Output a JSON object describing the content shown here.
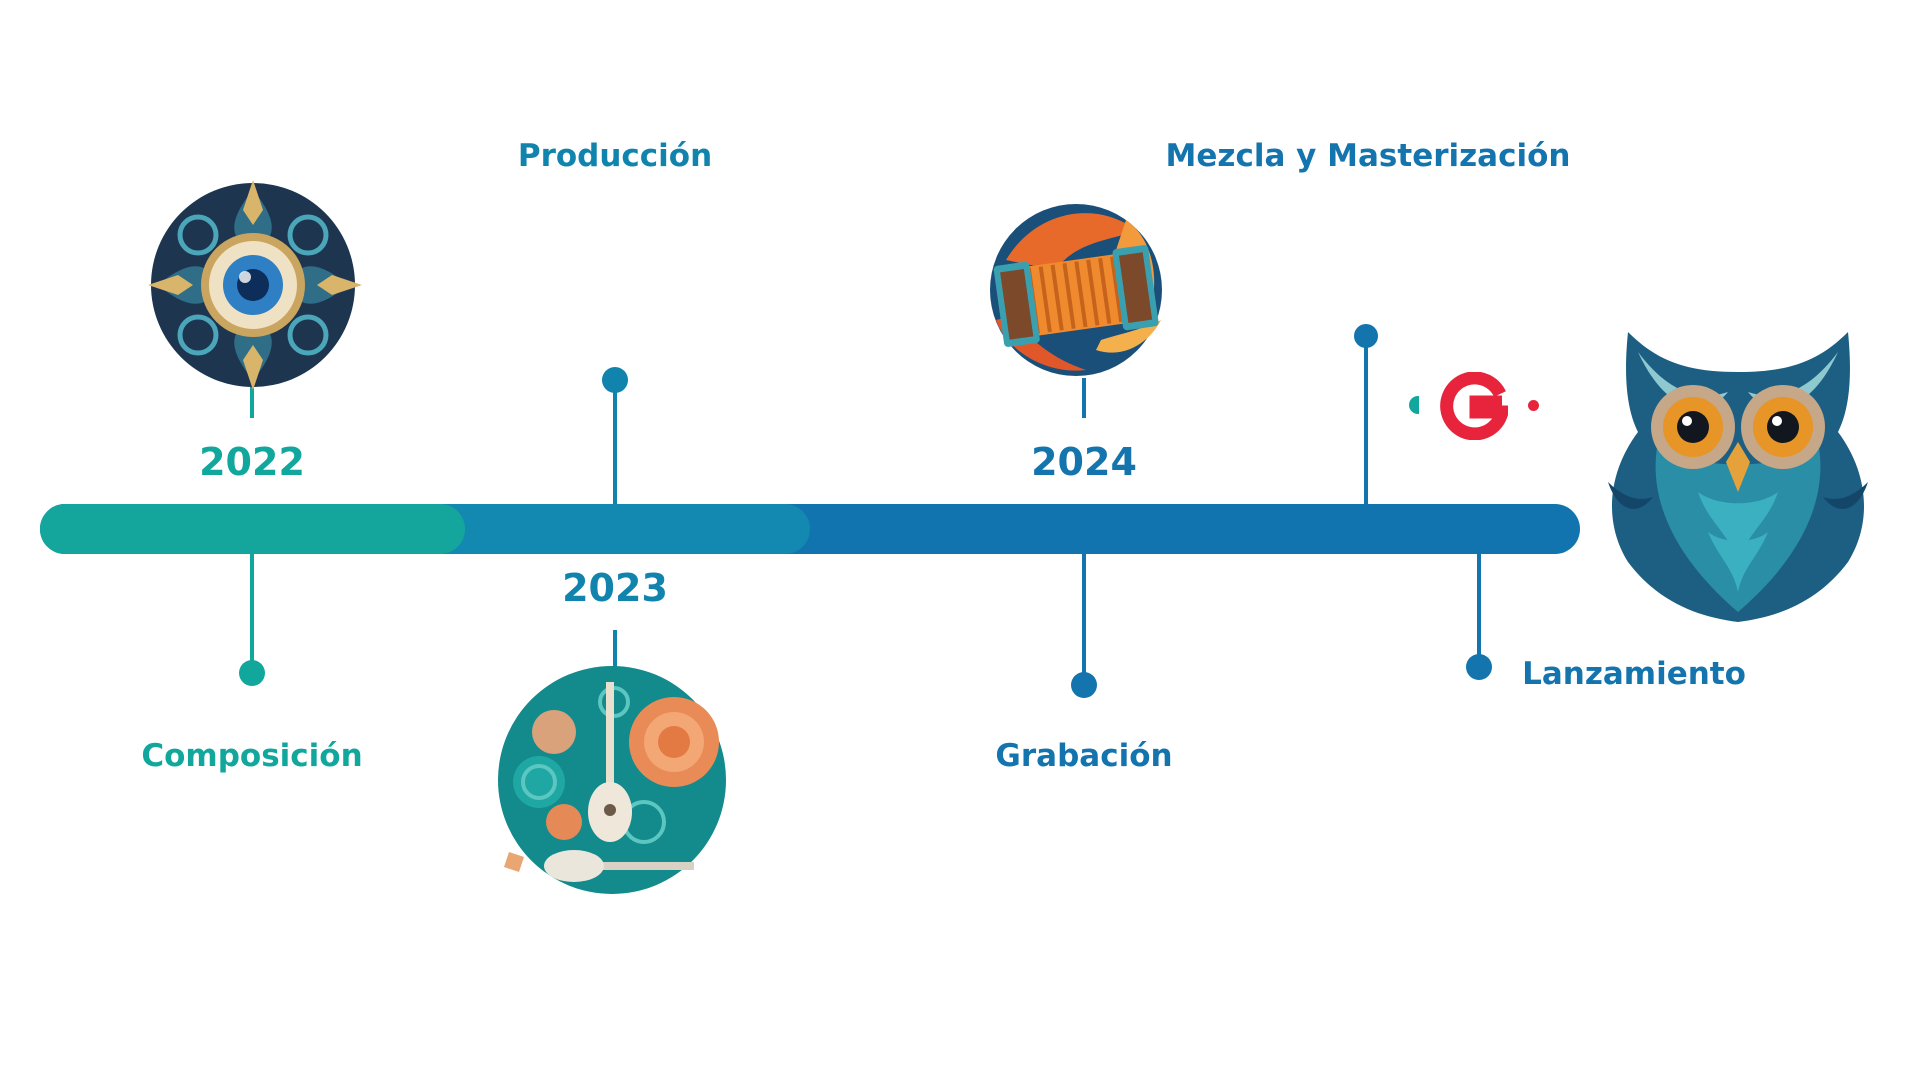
{
  "milestones": {
    "composicion": "Composición",
    "produccion": "Producción",
    "grabacion": "Grabación",
    "mezcla": "Mezcla y Masterización",
    "lanzamiento": "Lanzamiento"
  },
  "years": {
    "y2022": "2022",
    "y2023": "2023",
    "y2024": "2024"
  },
  "logo_letter": "G",
  "colors": {
    "teal": "#12a79d",
    "mid_blue": "#1184ae",
    "dark_blue": "#1474ae",
    "logo_red": "#e8243c"
  },
  "illustrations": [
    "eye-mandala-icon",
    "guitar-quilling-icon",
    "accordion-icon",
    "owl-icon"
  ]
}
